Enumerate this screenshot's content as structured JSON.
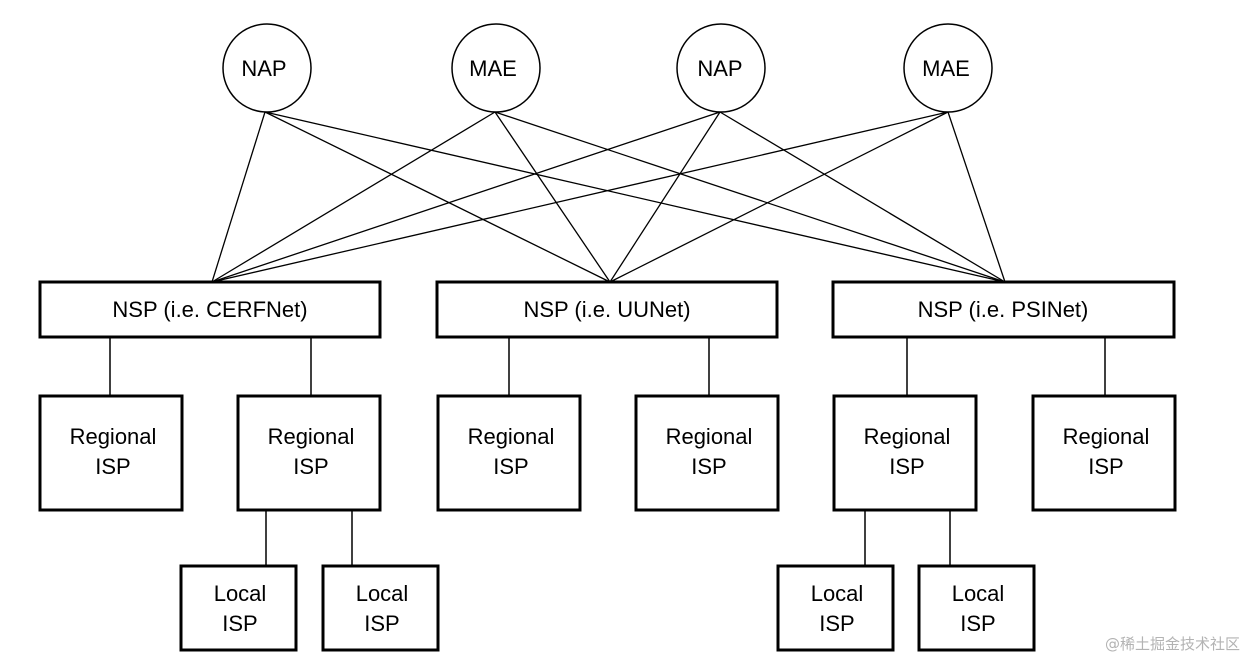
{
  "exchange_points": [
    {
      "label": "NAP"
    },
    {
      "label": "MAE"
    },
    {
      "label": "NAP"
    },
    {
      "label": "MAE"
    }
  ],
  "nsps": [
    {
      "label": "NSP (i.e. CERFNet)"
    },
    {
      "label": "NSP (i.e. UUNet)"
    },
    {
      "label": "NSP (i.e. PSINet)"
    }
  ],
  "regional_isps": [
    {
      "line1": "Regional",
      "line2": "ISP"
    },
    {
      "line1": "Regional",
      "line2": "ISP"
    },
    {
      "line1": "Regional",
      "line2": "ISP"
    },
    {
      "line1": "Regional",
      "line2": "ISP"
    },
    {
      "line1": "Regional",
      "line2": "ISP"
    },
    {
      "line1": "Regional",
      "line2": "ISP"
    }
  ],
  "local_isps": [
    {
      "line1": "Local",
      "line2": "ISP"
    },
    {
      "line1": "Local",
      "line2": "ISP"
    },
    {
      "line1": "Local",
      "line2": "ISP"
    },
    {
      "line1": "Local",
      "line2": "ISP"
    }
  ],
  "watermark": "@稀土掘金技术社区",
  "colors": {
    "stroke": "#000000",
    "background": "#ffffff",
    "watermark": "#b3b3b3"
  }
}
